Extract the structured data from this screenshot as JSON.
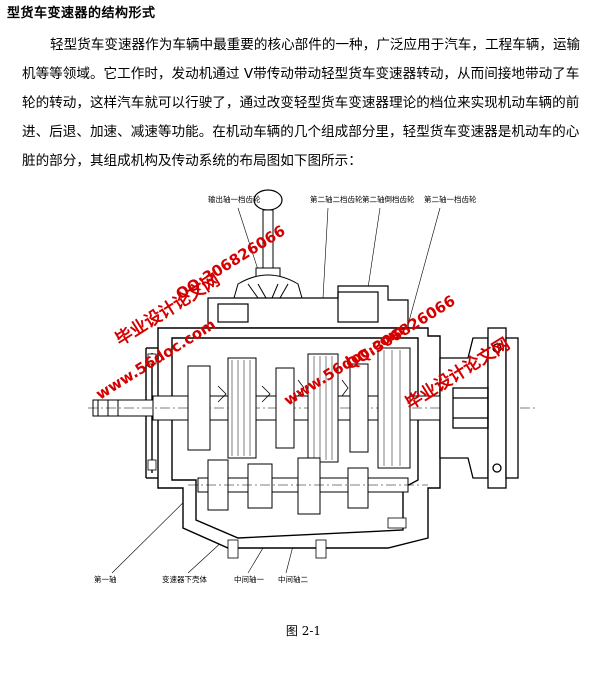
{
  "section_title": "型货车变速器的结构形式",
  "paragraph": "轻型货车变速器作为车辆中最重要的核心部件的一种，广泛应用于汽车，工程车辆，运输机等等领域。它工作时，发动机通过 V带传动带动轻型货车变速器转动，从而间接地带动了车轮的转动，这样汽车就可以行驶了，通过改变轻型货车变速器理论的档位来实现机动车辆的前进、后退、加速、减速等功能。在机动车辆的几个组成部分里，轻型货车变速器是机动车的心脏的部分，其组成机构及传动系统的布局图如下图所示：",
  "figure": {
    "labels_top": [
      "输出轴一档齿轮",
      "第二轴二档齿轮",
      "第二轴倒档齿轮",
      "第二轴一档齿轮"
    ],
    "labels_bottom": [
      "第一轴",
      "变速器下壳体",
      "中间轴一",
      "中间轴二"
    ],
    "watermarks": [
      "毕业设计论文网",
      "QQ:306826066",
      "www.56doc.com",
      "www.56doc.com",
      "QQ:306826066",
      "毕业设计论文网"
    ],
    "caption": "图 2-1"
  }
}
